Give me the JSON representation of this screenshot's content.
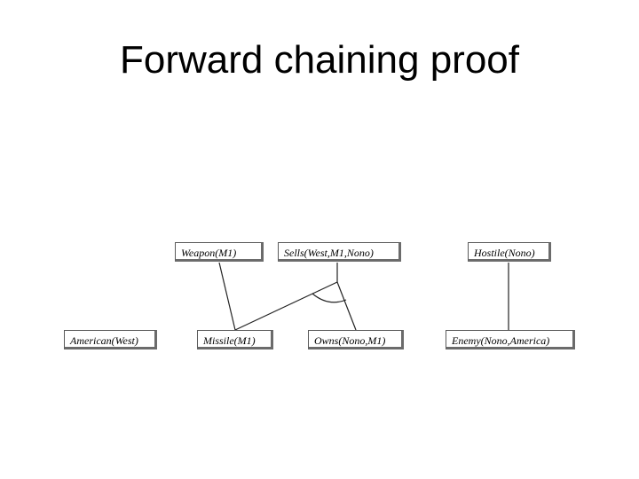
{
  "title": "Forward chaining proof",
  "nodes": {
    "weapon": "Weapon(M1)",
    "sells": "Sells(West,M1,Nono)",
    "hostile": "Hostile(Nono)",
    "american": "American(West)",
    "missile": "Missile(M1)",
    "owns": "Owns(Nono,M1)",
    "enemy": "Enemy(Nono,America)"
  }
}
